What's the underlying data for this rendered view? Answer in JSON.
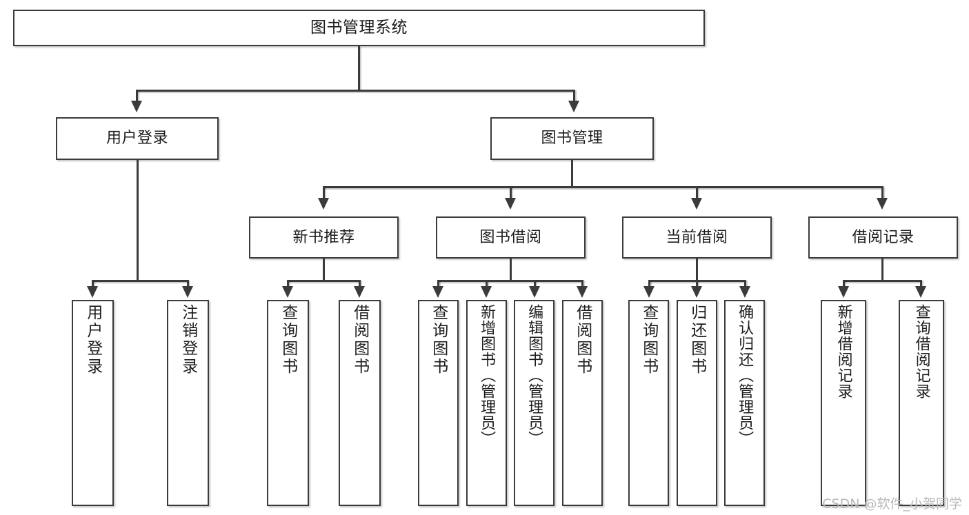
{
  "diagram": {
    "title": "图书管理系统",
    "type": "tree-hierarchy",
    "watermark": "CSDN @软件_小贺同学",
    "colors": {
      "stroke": "#3b3b3b",
      "fill": "#ffffff",
      "text": "#1c1c1c",
      "watermark": "#b9b9b9",
      "background": "#ffffff"
    }
  },
  "nodes": {
    "root": {
      "label": "图书管理系统"
    },
    "level2": [
      {
        "label": "用户登录"
      },
      {
        "label": "图书管理"
      }
    ],
    "level3": [
      {
        "label": "新书推荐"
      },
      {
        "label": "图书借阅"
      },
      {
        "label": "当前借阅"
      },
      {
        "label": "借阅记录"
      }
    ],
    "leaves": {
      "user_login": [
        {
          "label": "用户登录"
        },
        {
          "label": "注销登录"
        }
      ],
      "new_book_recommend": [
        {
          "label": "查询图书"
        },
        {
          "label": "借阅图书"
        }
      ],
      "book_borrow": [
        {
          "label": "查询图书"
        },
        {
          "label": "新增图书（管理员）"
        },
        {
          "label": "编辑图书（管理员）"
        },
        {
          "label": "借阅图书"
        }
      ],
      "current_borrow": [
        {
          "label": "查询图书"
        },
        {
          "label": "归还图书"
        },
        {
          "label": "确认归还（管理员）"
        }
      ],
      "borrow_records": [
        {
          "label": "新增借阅记录"
        },
        {
          "label": "查询借阅记录"
        }
      ]
    }
  }
}
